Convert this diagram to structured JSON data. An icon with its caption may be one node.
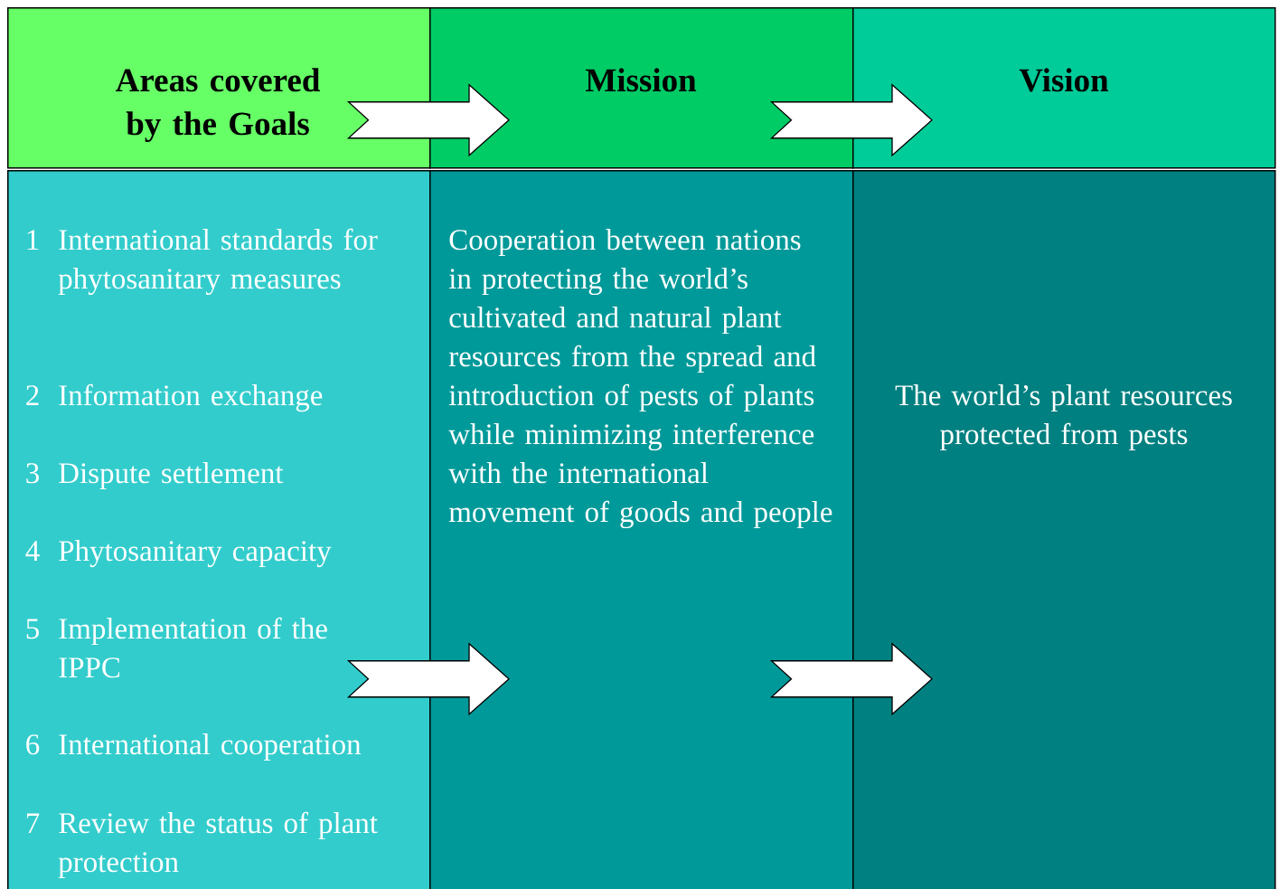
{
  "diagram": {
    "nodes": [
      {
        "text": [
          "Areas covered by the Goals"
        ]
      },
      {
        "text": [
          "Mission"
        ]
      },
      {
        "text": [
          "Vision"
        ]
      },
      {
        "text": [
          "1",
          "International standards for phytosanitary measures",
          "2",
          "Information exchange",
          "3",
          "Dispute settlement",
          "4",
          "Phytosanitary capacity",
          "5",
          "Implementation of the IPPC",
          "6",
          "International cooperation",
          "7",
          "Review the status of plant protection"
        ]
      },
      {
        "text": [
          "Cooperation between nations in protecting the world’s cultivated and natural plant resources from the spread and introduction of pests of plants while minimizing interference with the international movement of goods and people"
        ]
      },
      {
        "text": [
          "The world’s plant resources protected from pests"
        ]
      }
    ],
    "edges": [
      {
        "from": 0,
        "to": 1,
        "arrow": "to"
      },
      {
        "from": 1,
        "to": 2,
        "arrow": "to"
      },
      {
        "from": 3,
        "to": 4,
        "arrow": "to"
      },
      {
        "from": 4,
        "to": 5,
        "arrow": "to"
      }
    ]
  }
}
